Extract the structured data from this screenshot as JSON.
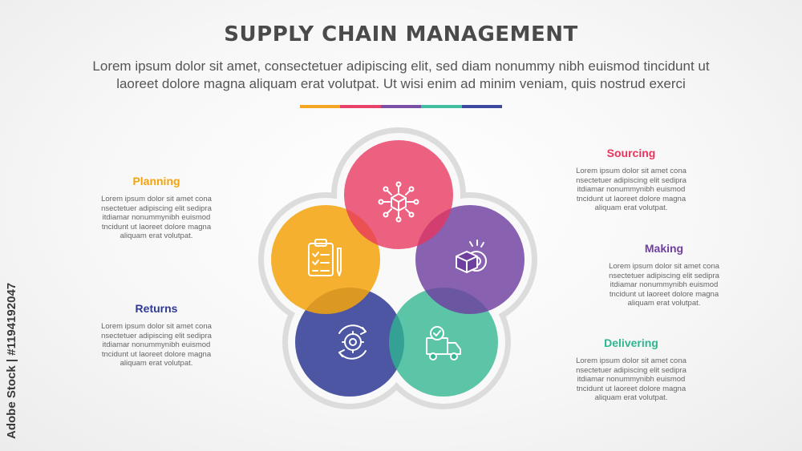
{
  "title": "SUPPLY CHAIN MANAGEMENT",
  "subtitle_line1": "Lorem ipsum dolor sit amet, consectetuer adipiscing elit, sed diam nonummy nibh euismod tincidunt ut",
  "subtitle_line2": "laoreet dolore magna aliquam erat volutpat. Ut wisi enim ad minim veniam, quis nostrud exerci",
  "divider_colors": [
    "#f4a623",
    "#e8426a",
    "#7b4fa3",
    "#3fbf9f",
    "#3b4a9e"
  ],
  "stages": [
    {
      "name": "Planning",
      "color": "#f4a30c",
      "icon": "clipboard-checklist-icon",
      "lines": [
        "Lorem ipsum dolor sit amet cona",
        "nsectetuer adipiscing elit sedipra",
        "itdiamar nonummynibh euismod",
        "tncidunt ut laoreet dolore magna",
        "aliquam erat volutpat."
      ]
    },
    {
      "name": "Sourcing",
      "color": "#e8345e",
      "icon": "network-box-icon",
      "lines": [
        "Lorem ipsum dolor sit amet cona",
        "nsectetuer adipiscing elit sedipra",
        "itdiamar nonummynibh euismod",
        "tncidunt ut laoreet dolore magna",
        "aliquam erat volutpat."
      ]
    },
    {
      "name": "Making",
      "color": "#6f3fa0",
      "icon": "box-gear-icon",
      "lines": [
        "Lorem ipsum dolor sit amet cona",
        "nsectetuer adipiscing elit sedipra",
        "itdiamar nonummynibh euismod",
        "tncidunt ut laoreet dolore magna",
        "aliquam erat volutpat."
      ]
    },
    {
      "name": "Delivering",
      "color": "#2fb590",
      "icon": "delivery-truck-icon",
      "lines": [
        "Lorem ipsum dolor sit amet cona",
        "nsectetuer adipiscing elit sedipra",
        "itdiamar nonummynibh euismod",
        "tncidunt ut laoreet dolore magna",
        "aliquam erat volutpat."
      ]
    },
    {
      "name": "Returns",
      "color": "#2e3a94",
      "icon": "gear-cycle-icon",
      "lines": [
        "Lorem ipsum dolor sit amet cona",
        "nsectetuer adipiscing elit sedipra",
        "itdiamar nonummynibh euismod",
        "tncidunt ut laoreet dolore magna",
        "aliquam erat volutpat."
      ]
    }
  ],
  "watermark": "Adobe Stock | #1194192047"
}
